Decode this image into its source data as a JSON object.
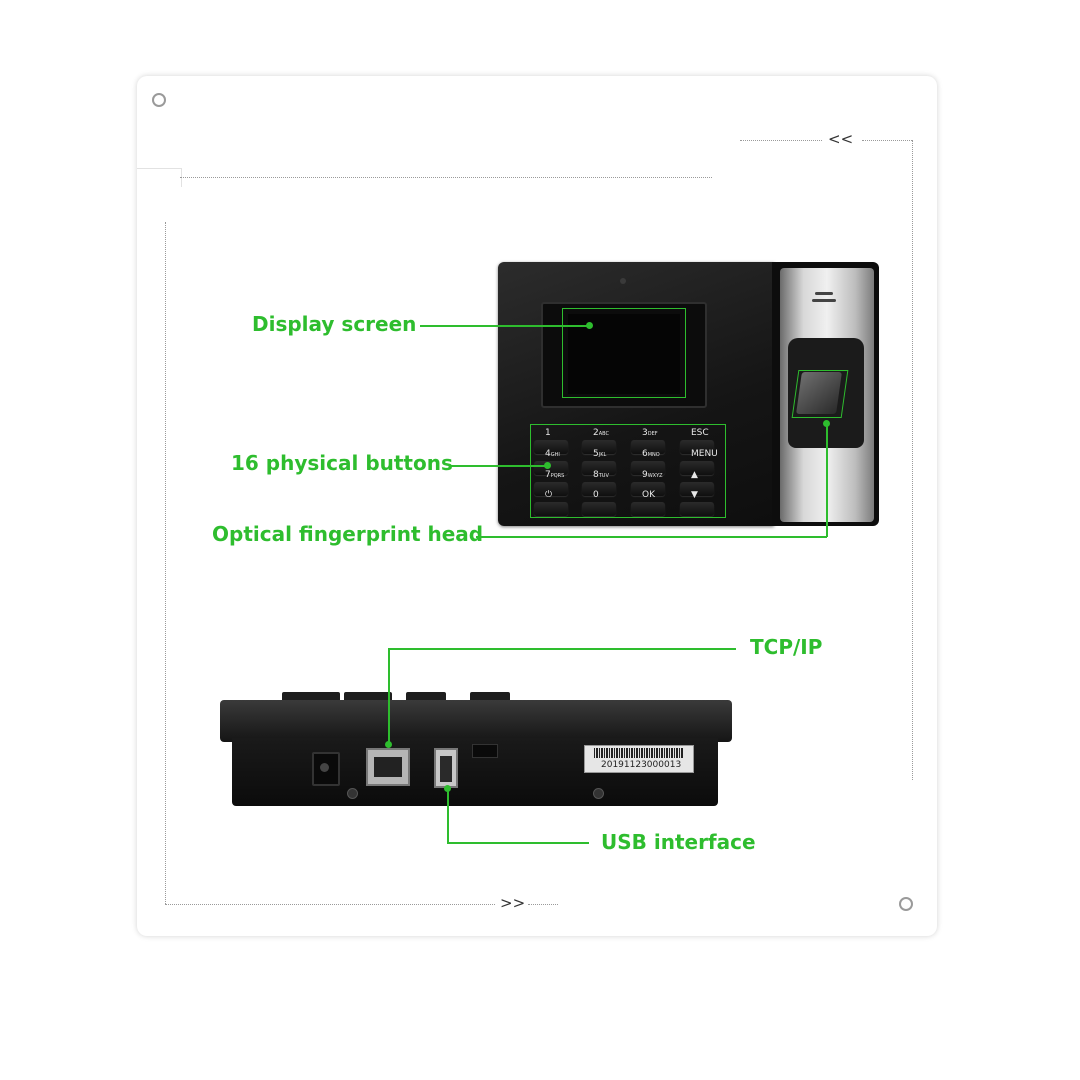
{
  "callouts": {
    "display": "Display screen",
    "buttons": "16 physical buttons",
    "fingerprint": "Optical fingerprint head",
    "tcpip": "TCP/IP",
    "usb": "USB interface"
  },
  "decor": {
    "arrow_left": "<<",
    "arrow_right": ">>"
  },
  "keypad": [
    {
      "main": "1",
      "sub": ""
    },
    {
      "main": "2",
      "sub": "ABC"
    },
    {
      "main": "3",
      "sub": "DEF"
    },
    {
      "main": "ESC",
      "sub": ""
    },
    {
      "main": "4",
      "sub": "GHI"
    },
    {
      "main": "5",
      "sub": "JKL"
    },
    {
      "main": "6",
      "sub": "MNO"
    },
    {
      "main": "MENU",
      "sub": ""
    },
    {
      "main": "7",
      "sub": "PQRS"
    },
    {
      "main": "8",
      "sub": "TUV"
    },
    {
      "main": "9",
      "sub": "WXYZ"
    },
    {
      "main": "▲",
      "sub": ""
    },
    {
      "main": "⏻",
      "sub": ""
    },
    {
      "main": "0",
      "sub": ""
    },
    {
      "main": "OK",
      "sub": ""
    },
    {
      "main": "▼",
      "sub": ""
    }
  ],
  "serial_number": "20191123000013",
  "colors": {
    "callout_green": "#2ebd2e",
    "device_black": "#151515",
    "frame_gray": "#9a9a9a"
  }
}
